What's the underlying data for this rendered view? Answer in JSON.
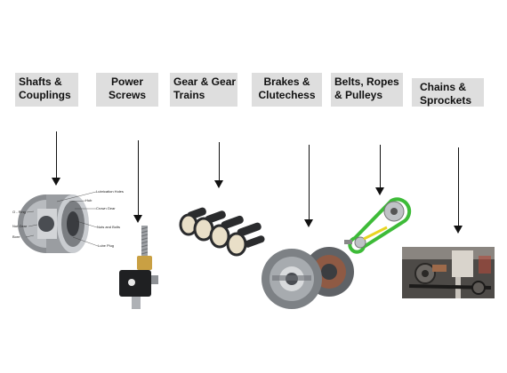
{
  "categories": [
    {
      "id": "shafts",
      "line1": "Shafts &",
      "line2": "Couplings"
    },
    {
      "id": "screws",
      "line1": "Power",
      "line2": "Screws"
    },
    {
      "id": "gears",
      "line1": "Gear & Gear",
      "line2": "Trains"
    },
    {
      "id": "brakes",
      "line1": "Brakes &",
      "line2": "Clutechess"
    },
    {
      "id": "belts",
      "line1": "Belts, Ropes",
      "line2": "& Pulleys"
    },
    {
      "id": "chains",
      "line1": "Chains &",
      "line2": "Sprockets"
    }
  ],
  "coupling_callouts": [
    "Lubrication Holes",
    "Hub",
    "Crown Gear",
    "Nuts and Bolts",
    "Lube Plug",
    "O - Ring",
    "Nut Gear",
    "Bore"
  ]
}
